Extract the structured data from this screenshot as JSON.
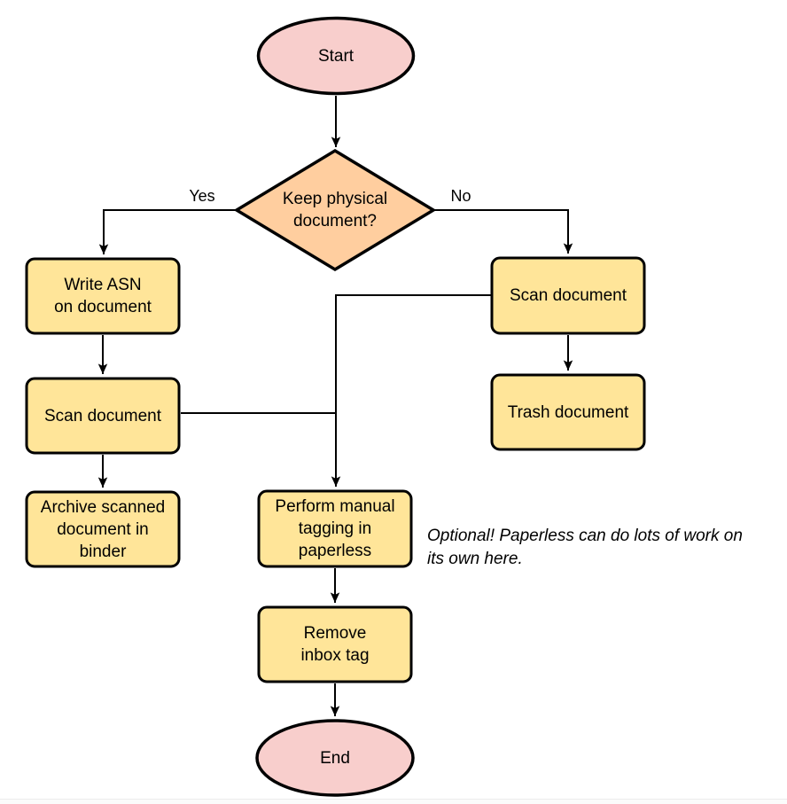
{
  "canvas": {
    "background": "#ffffff"
  },
  "colors": {
    "terminator_fill": "#f8cecc",
    "decision_fill": "#ffce9f",
    "process_fill": "#ffe599",
    "stroke": "#000000",
    "edge_stroke": "#000000"
  },
  "nodes": {
    "start": {
      "label": "Start",
      "type": "terminator"
    },
    "decision": {
      "label": "Keep physical\ndocument?",
      "type": "decision"
    },
    "write_asn": {
      "label": "Write ASN\non document",
      "type": "process"
    },
    "scan_left": {
      "label": "Scan document",
      "type": "process"
    },
    "archive": {
      "label": "Archive scanned\ndocument in\nbinder",
      "type": "process"
    },
    "scan_right": {
      "label": "Scan document",
      "type": "process"
    },
    "trash": {
      "label": "Trash document",
      "type": "process"
    },
    "tagging": {
      "label": "Perform manual\ntagging in\npaperless",
      "type": "process"
    },
    "remove_inbox": {
      "label": "Remove\ninbox tag",
      "type": "process"
    },
    "end": {
      "label": "End",
      "type": "terminator"
    }
  },
  "edge_labels": {
    "yes": "Yes",
    "no": "No"
  },
  "annotation": {
    "text": "Optional! Paperless can do lots of work on\nits own here."
  }
}
